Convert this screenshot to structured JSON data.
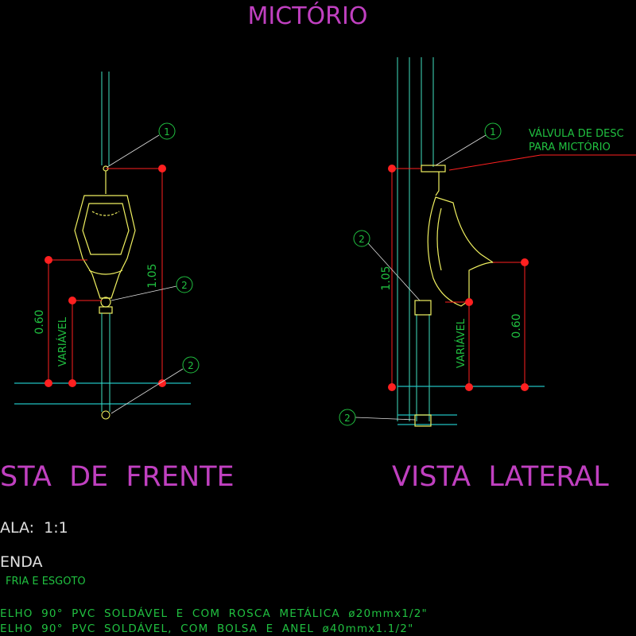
{
  "title": "MICTÓRIO",
  "front_view": {
    "label": "STA  DE  FRENTE",
    "dim_total": "1.05",
    "dim_height": "0.60",
    "dim_variable": "VARIÁVEL",
    "callouts": [
      "1",
      "2",
      "2"
    ]
  },
  "side_view": {
    "label": "VISTA  LATERAL",
    "dim_total": "1.05",
    "dim_height": "0.60",
    "dim_variable": "VARIÁVEL",
    "callouts": [
      "1",
      "2",
      "2"
    ],
    "valve_note_line1": "VÁLVULA DE DESC",
    "valve_note_line2": "PARA MICTÓRIO"
  },
  "scale": "ALA:  1:1",
  "legend": {
    "title": "ENDA",
    "subtitle": "FRIA E ESGOTO",
    "items": [
      "ELHO 90° PVC SOLDÁVEL E COM ROSCA METÁLICA ø20mmx1/2\"",
      "ELHO 90° PVC SOLDÁVEL, COM BOLSA E ANEL ø40mmx1.1/2\""
    ]
  },
  "colors": {
    "background": "#000000",
    "title": "#c040c0",
    "dimension": "#ff2020",
    "text_green": "#20c040",
    "fixture": "#f0f060",
    "pipe": "#40e0c0",
    "floor": "#20c0c0",
    "leader": "#e0e0e0"
  }
}
